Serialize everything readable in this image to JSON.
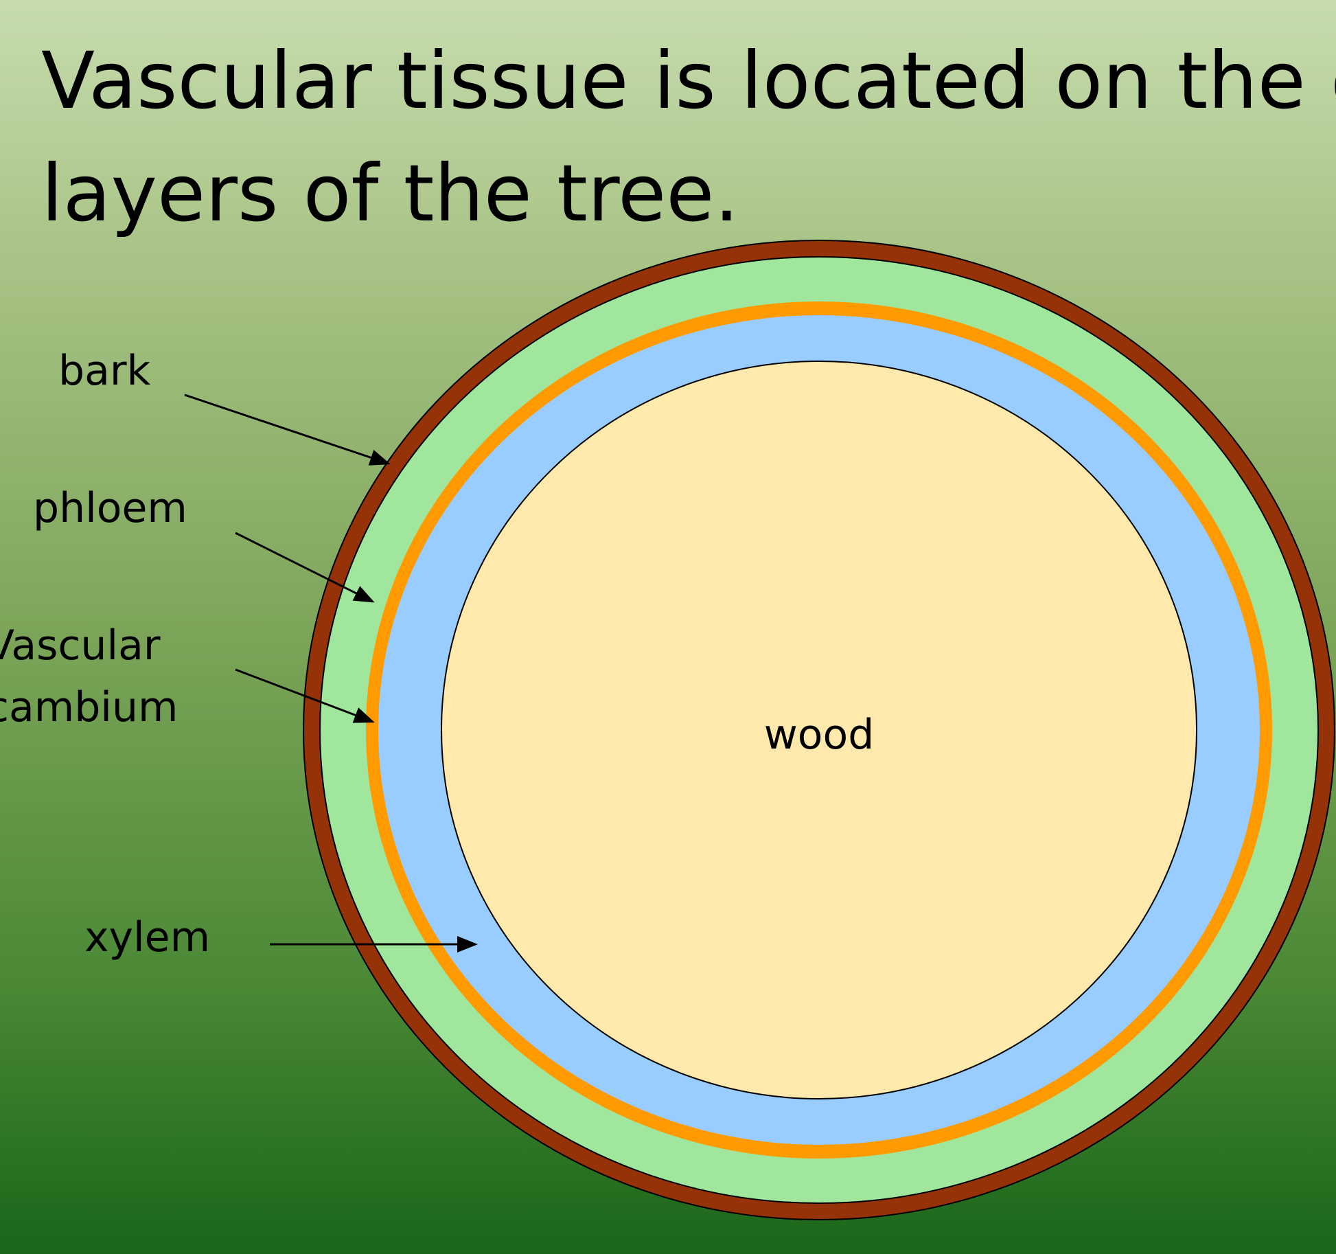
{
  "slide": {
    "title_lines": [
      "Vascular tissue is located on the outer",
      "layers of the tree."
    ]
  },
  "diagram": {
    "labels": {
      "bark": "bark",
      "phloem": "phloem",
      "vascular_cambium_line1": "Vascular",
      "vascular_cambium_line2": "cambium",
      "xylem": "xylem",
      "wood": "wood"
    },
    "layer_colors": {
      "bark": "#963208",
      "phloem": "#a0e69c",
      "vascular_cambium": "#ff9a00",
      "xylem": "#99ccff",
      "wood": "#ffe9ad"
    }
  }
}
